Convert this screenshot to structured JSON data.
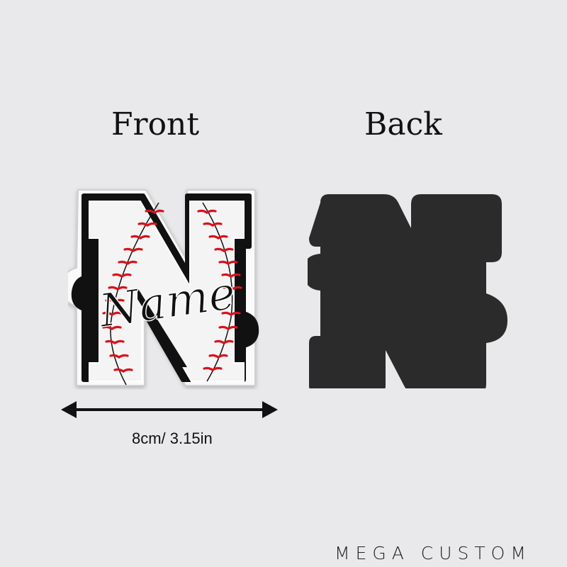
{
  "labels": {
    "front": "Front",
    "back": "Back"
  },
  "front": {
    "letter": "N",
    "script_text": "Name",
    "pattern": "baseball-stitches",
    "colors": {
      "outline": "#111111",
      "fill": "#f4f4f4",
      "stitch": "#d9121b",
      "acrylic_edge": "#ffffff"
    }
  },
  "back": {
    "shape": "N-silhouette",
    "color": "#2b2b2b"
  },
  "dimension": {
    "text": "8cm/ 3.15in",
    "icon": "double-arrow-icon"
  },
  "brand": "MEGA CUSTOM",
  "colors": {
    "background": "#e9e9eb"
  }
}
